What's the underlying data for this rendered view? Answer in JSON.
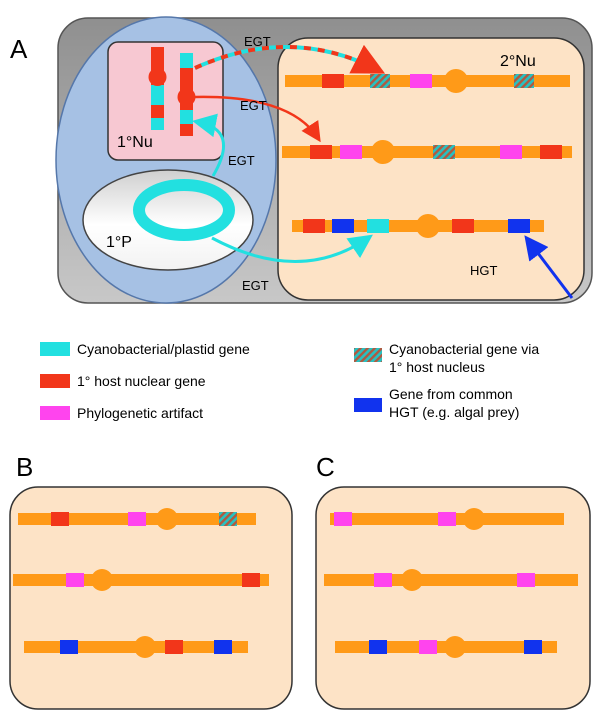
{
  "colors": {
    "cyan": "#22e0e0",
    "red": "#f2361a",
    "magenta": "#ff44ee",
    "blue": "#1133ee",
    "orange": "#ff9a18",
    "hatch_base": "#26c2c2",
    "hatch_stripe": "#b05a40",
    "panel_peach": "#fde3c6",
    "cell_gray": "#aaaaaa",
    "host_blue": "#a6c1e4",
    "nucleus_pink": "#f7c8d2"
  },
  "panel_a": {
    "letter": "A",
    "secondary_nucleus": "2°Nu",
    "primary_nucleus": "1°Nu",
    "primary_plastid": "1°P",
    "arrow_labels": {
      "egt_top": "EGT",
      "egt_mid": "EGT",
      "egt_left": "EGT",
      "egt_bottom": "EGT",
      "hgt": "HGT"
    }
  },
  "panel_b": {
    "letter": "B"
  },
  "panel_c": {
    "letter": "C"
  },
  "legend": {
    "cyano": "Cyanobacterial/plastid gene",
    "host": "1°  host nuclear gene",
    "artifact": "Phylogenetic artifact",
    "cyano_via_host_1": "Cyanobacterial gene via",
    "cyano_via_host_2": "1° host nucleus",
    "hgt_1": "Gene from common",
    "hgt_2": "HGT (e.g. algal prey)"
  }
}
